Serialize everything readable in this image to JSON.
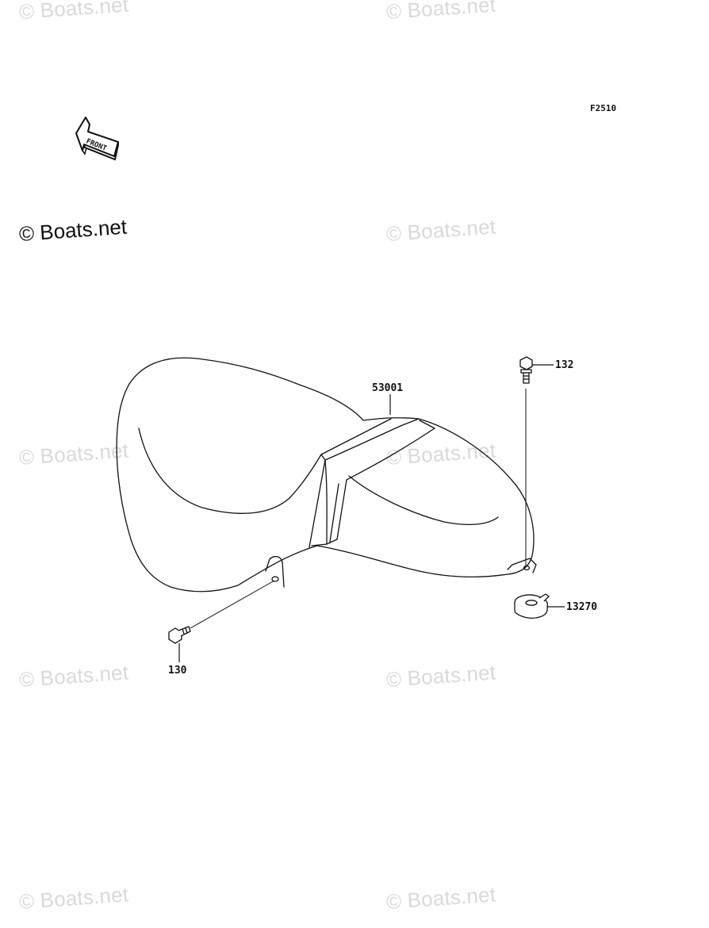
{
  "figure_code": "F2510",
  "front_arrow_label": "FRONT",
  "watermark_primary": "© Boats.net",
  "watermarks": [
    "© Boats.net",
    "© Boats.net",
    "© Boats.net",
    "© Boats.net",
    "© Boats.net",
    "© Boats.net",
    "© Boats.net",
    "© Boats.net",
    "© Boats.net"
  ],
  "parts": {
    "seat": "53001",
    "bolt_rear": "132",
    "damper": "13270",
    "bolt_front": "130"
  }
}
